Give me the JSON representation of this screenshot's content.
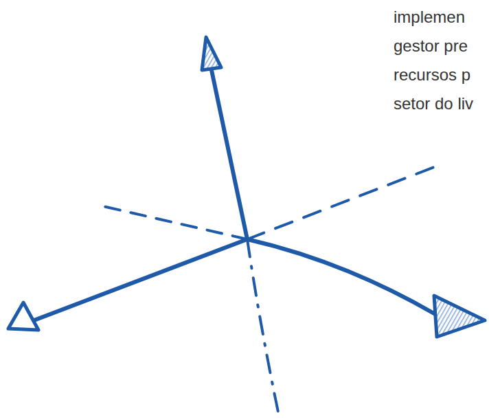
{
  "diagram": {
    "labels": [
      "implemen",
      "gestor pre",
      "recursos p",
      "setor do liv"
    ]
  }
}
